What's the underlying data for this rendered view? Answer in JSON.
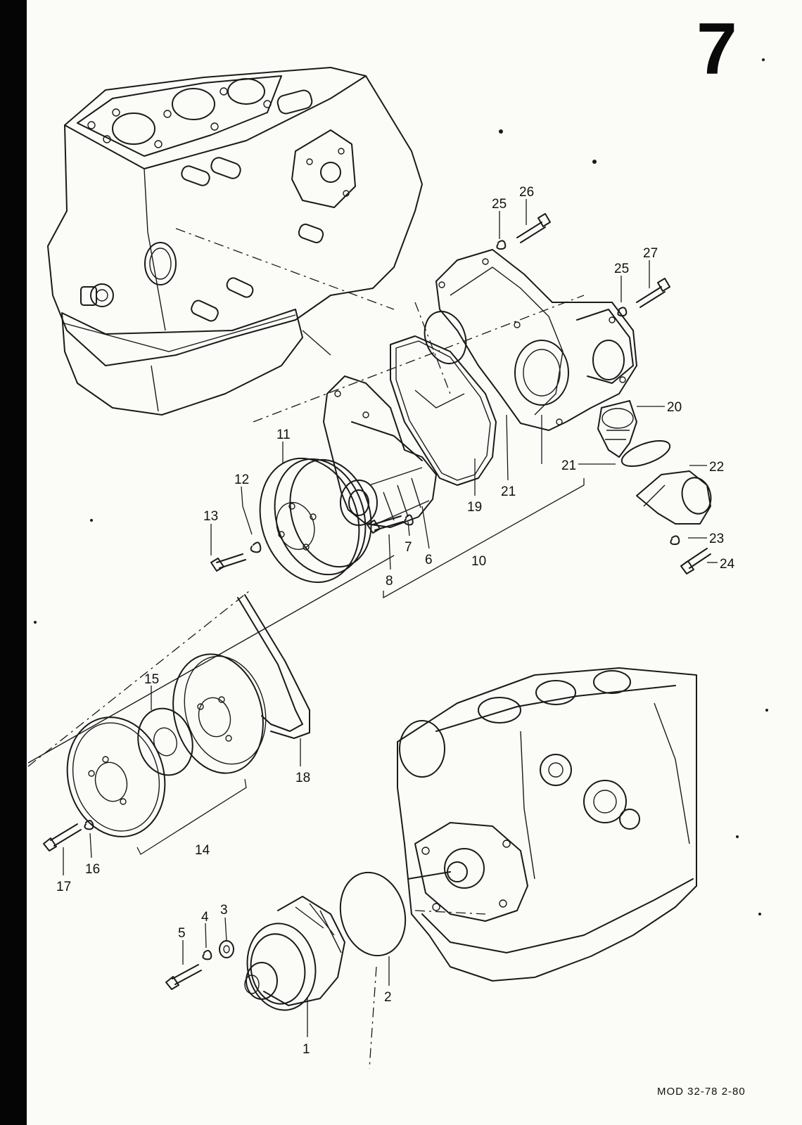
{
  "page_number": "7",
  "footer_code": "MOD 32-78  2-80",
  "callouts": [
    {
      "id": "c1",
      "label": "1"
    },
    {
      "id": "c2",
      "label": "2"
    },
    {
      "id": "c3",
      "label": "3"
    },
    {
      "id": "c4",
      "label": "4"
    },
    {
      "id": "c5",
      "label": "5"
    },
    {
      "id": "c6",
      "label": "6"
    },
    {
      "id": "c7",
      "label": "7"
    },
    {
      "id": "c8",
      "label": "8"
    },
    {
      "id": "c10",
      "label": "10"
    },
    {
      "id": "c11",
      "label": "11"
    },
    {
      "id": "c12",
      "label": "12"
    },
    {
      "id": "c13",
      "label": "13"
    },
    {
      "id": "c14",
      "label": "14"
    },
    {
      "id": "c15",
      "label": "15"
    },
    {
      "id": "c16",
      "label": "16"
    },
    {
      "id": "c17",
      "label": "17"
    },
    {
      "id": "c18",
      "label": "18"
    },
    {
      "id": "c19",
      "label": "19"
    },
    {
      "id": "c20",
      "label": "20"
    },
    {
      "id": "c21a",
      "label": "21"
    },
    {
      "id": "c21b",
      "label": "21"
    },
    {
      "id": "c22",
      "label": "22"
    },
    {
      "id": "c23",
      "label": "23"
    },
    {
      "id": "c24",
      "label": "24"
    },
    {
      "id": "c25a",
      "label": "25"
    },
    {
      "id": "c25b",
      "label": "25"
    },
    {
      "id": "c26",
      "label": "26"
    },
    {
      "id": "c27",
      "label": "27"
    }
  ]
}
